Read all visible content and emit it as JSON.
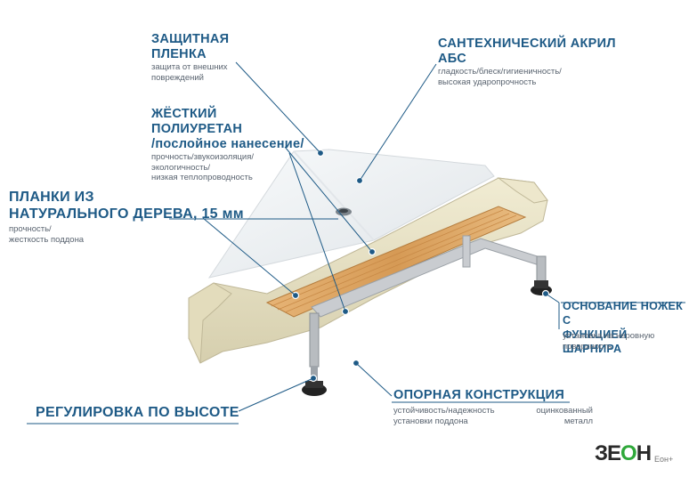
{
  "labels": {
    "film": {
      "title1": "ЗАЩИТНАЯ",
      "title2": "ПЛЕНКА",
      "sub1": "защита от внешних",
      "sub2": "повреждений"
    },
    "acryl": {
      "title1": "САНТЕХНИЧЕСКИЙ АКРИЛ",
      "title2": "АБС",
      "sub1": "гладкость/блеск/гигиеничность/",
      "sub2": "высокая ударопрочность"
    },
    "pu": {
      "title1": "ЖЁСТКИЙ",
      "title2": "ПОЛИУРЕТАН",
      "title3": "/послойное нанесение/",
      "sub1": "прочность/звукоизоляция/",
      "sub2": "экологичность/",
      "sub3": "низкая теплопроводность"
    },
    "wood": {
      "title1": "ПЛАНКИ ИЗ",
      "title2": "НАТУРАЛЬНОГО ДЕРЕВА, 15 мм",
      "sub1": "прочность/",
      "sub2": "жесткость поддона"
    },
    "base": {
      "title1": "ОСНОВАНИЕ НОЖЕК С",
      "title2": "ФУНКЦИЕЙ ШАРНИРА",
      "sub1": "установка на неровную",
      "sub2": "поверхность"
    },
    "height": {
      "title1": "РЕГУЛИРОВКА ПО ВЫСОТЕ"
    },
    "support": {
      "title1": "ОПОРНАЯ КОНСТРУКЦИЯ",
      "sub1": "устойчивость/надежность",
      "sub2": "установки поддона",
      "sub3": "оцинкованный",
      "sub4": "металл"
    }
  },
  "logo": {
    "main_a": "ЗЕ",
    "main_o": "О",
    "main_b": "Н",
    "suffix": "Еон+"
  },
  "colors": {
    "accent": "#1e5a86",
    "line": "#1e5a86",
    "foam": "#e8e3c8",
    "wood": "#d9a25e",
    "metal": "#c9ccd0"
  }
}
